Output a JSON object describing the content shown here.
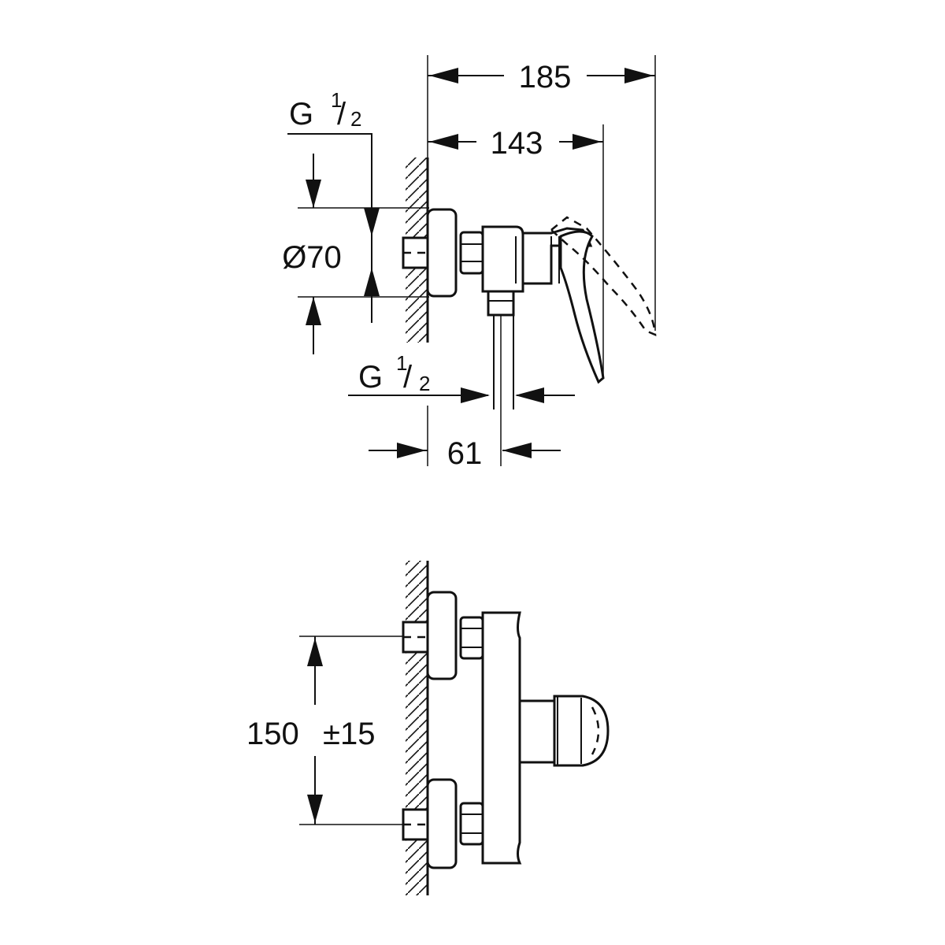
{
  "side_view": {
    "width_185": "185",
    "width_143": "143",
    "inlet_g_main": "G",
    "inlet_g_sup": "1",
    "inlet_g_sub": "2",
    "diameter": "Ø70",
    "outlet_g_main": "G",
    "outlet_g_sup": "1",
    "outlet_g_sub": "2",
    "outlet_61": "61"
  },
  "front_view": {
    "spacing": "150",
    "tolerance": "±15"
  }
}
